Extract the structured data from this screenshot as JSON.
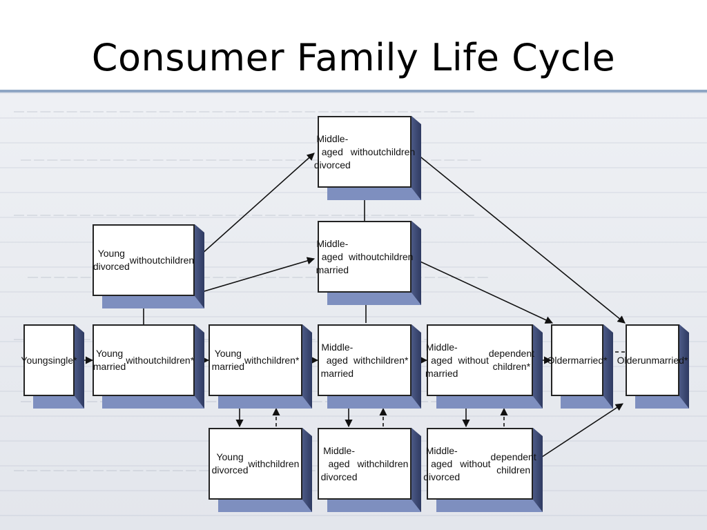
{
  "title": "Consumer Family Life Cycle",
  "nodes": {
    "young_single": "Young single*",
    "young_married_no_children": "Young married without children*",
    "young_divorced_no_children": "Young divorced without children",
    "young_married_children": "Young married with children*",
    "young_divorced_children": "Young divorced with children",
    "middle_divorced_no_children": "Middle-aged divorced without children",
    "middle_married_no_children": "Middle-aged married without children",
    "middle_married_children": "Middle-aged married with children*",
    "middle_divorced_children": "Middle-aged divorced with children",
    "middle_married_no_dependent": "Middle-aged married without dependent children*",
    "middle_divorced_no_dependent": "Middle-aged divorced without dependent children",
    "older_married": "Older married*",
    "older_unmarried": "Older unmarried*"
  }
}
